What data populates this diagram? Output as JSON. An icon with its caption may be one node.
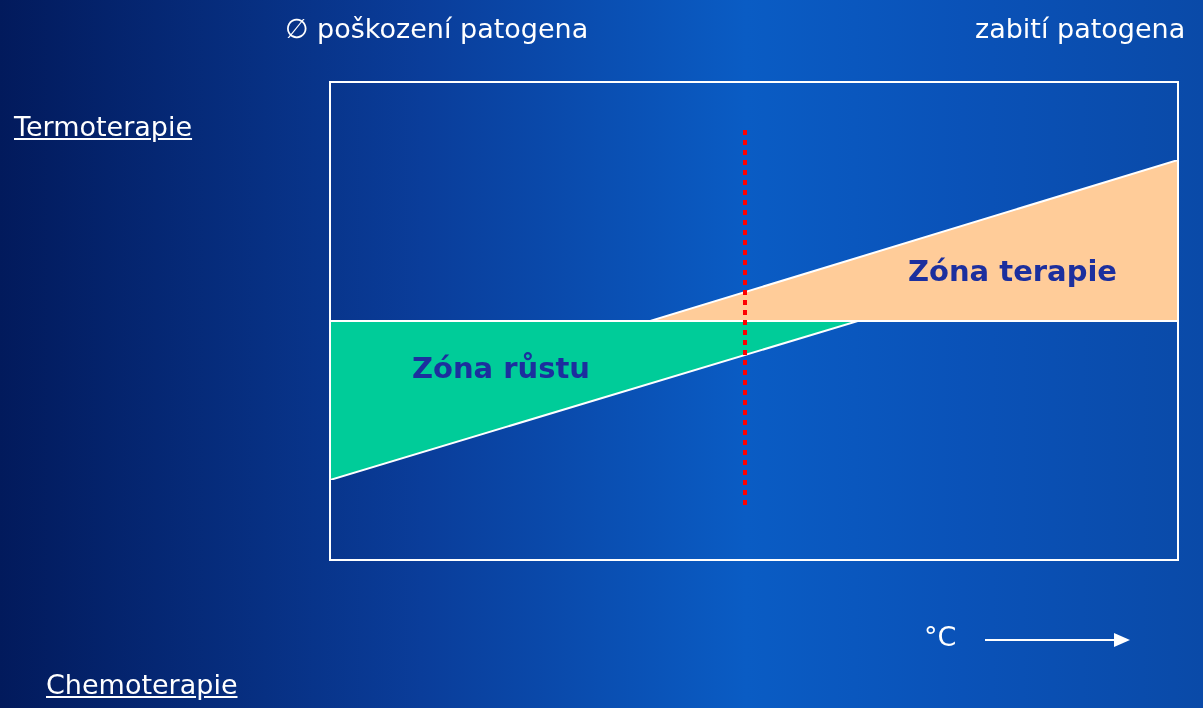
{
  "diagram": {
    "nodes": [
      {
        "text": [
          "Zóna terapie"
        ]
      },
      {
        "text": [
          "Zóna růstu"
        ]
      }
    ],
    "labels": [
      "∅ poškození patogena",
      "zabití patogena",
      "Termoterapie",
      "°C",
      "Chemoterapie"
    ]
  }
}
